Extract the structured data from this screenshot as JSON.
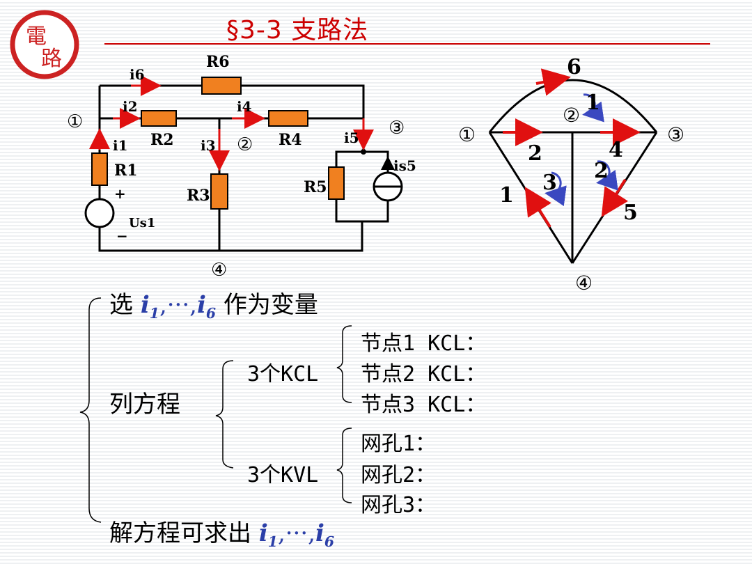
{
  "title": "§3-3  支路法",
  "logo": {
    "text_top": "電",
    "text_bottom": "路",
    "color": "#cc2222"
  },
  "circuit": {
    "resistors": [
      "R6",
      "R2",
      "R4",
      "R1",
      "R3",
      "R5"
    ],
    "currents": [
      "i6",
      "i2",
      "i4",
      "i1",
      "i3",
      "i5"
    ],
    "source_voltage": "Us1",
    "source_current": "is5",
    "plus": "+",
    "minus": "−",
    "nodes": [
      "①",
      "②",
      "③",
      "④"
    ]
  },
  "graph": {
    "branches": [
      "6",
      "2",
      "4",
      "1",
      "5"
    ],
    "meshes": [
      "1",
      "2",
      "3"
    ],
    "nodes": [
      "①",
      "②",
      "③",
      "④"
    ]
  },
  "text": {
    "select_prefix": "选",
    "select_vars_first": "i",
    "select_vars_first_sub": "1",
    "select_ellipsis": ",···,",
    "select_vars_last": "i",
    "select_vars_last_sub": "6",
    "select_suffix": "作为变量",
    "list_equations": "列方程",
    "kcl_group": "3个KCL",
    "kcl_items": [
      "节点1 KCL：",
      "节点2 KCL：",
      "节点3 KCL："
    ],
    "kvl_group": "3个KVL",
    "kvl_items": [
      "网孔1：",
      "网孔2：",
      "网孔3："
    ],
    "solve_prefix": "解方程可求出",
    "solve_first": "i",
    "solve_first_sub": "1",
    "solve_ellipsis": ",···,",
    "solve_last": "i",
    "solve_last_sub": "6"
  },
  "colors": {
    "accent": "#cc0000",
    "resistor": "#f08020",
    "variable": "#2b3fa8",
    "mesh_arrow": "#3a48c0"
  }
}
